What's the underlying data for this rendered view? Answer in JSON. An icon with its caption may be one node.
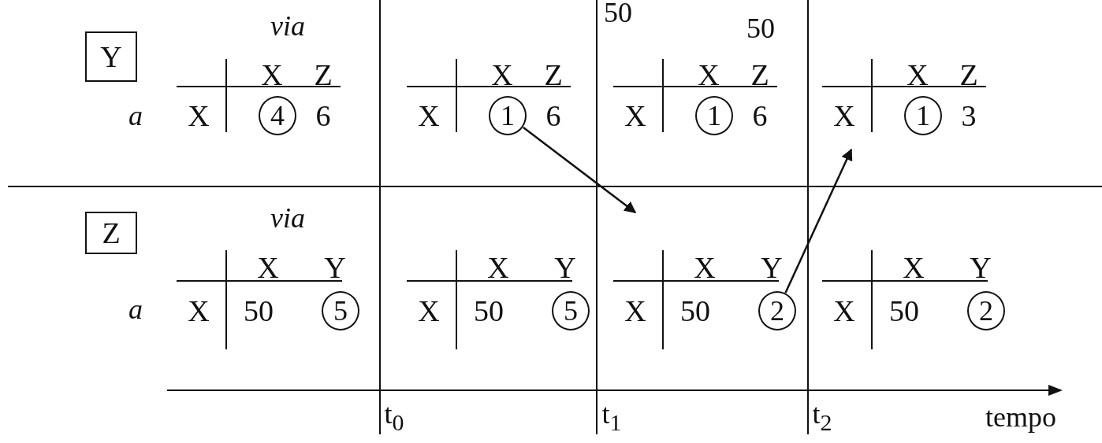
{
  "diagram": {
    "nodes": [
      {
        "text": [
          "Y"
        ]
      },
      {
        "text": [
          "4"
        ]
      },
      {
        "text": [
          "1"
        ]
      },
      {
        "text": [
          "1"
        ]
      },
      {
        "text": [
          "1"
        ]
      },
      {
        "text": [
          "Z"
        ]
      },
      {
        "text": [
          "5"
        ]
      },
      {
        "text": [
          "5"
        ]
      },
      {
        "text": [
          "2"
        ]
      },
      {
        "text": [
          "2"
        ]
      }
    ],
    "edges": [
      {
        "from": 2,
        "to": null,
        "arrow": "to"
      },
      {
        "from": 8,
        "to": null,
        "arrow": "to"
      }
    ],
    "labels": [
      "50",
      "via",
      "50",
      "a",
      "X",
      "Z",
      "X",
      "6",
      "X",
      "Z",
      "X",
      "6",
      "X",
      "Z",
      "X",
      "6",
      "X",
      "Z",
      "X",
      "3",
      "via",
      "a",
      "X",
      "Y",
      "X",
      "50",
      "X",
      "Y",
      "X",
      "50",
      "X",
      "Y",
      "X",
      "50",
      "X",
      "Y",
      "X",
      "50",
      "t$_{0}$",
      "t$_{1}$",
      "t$_{2}$",
      "tempo"
    ]
  }
}
